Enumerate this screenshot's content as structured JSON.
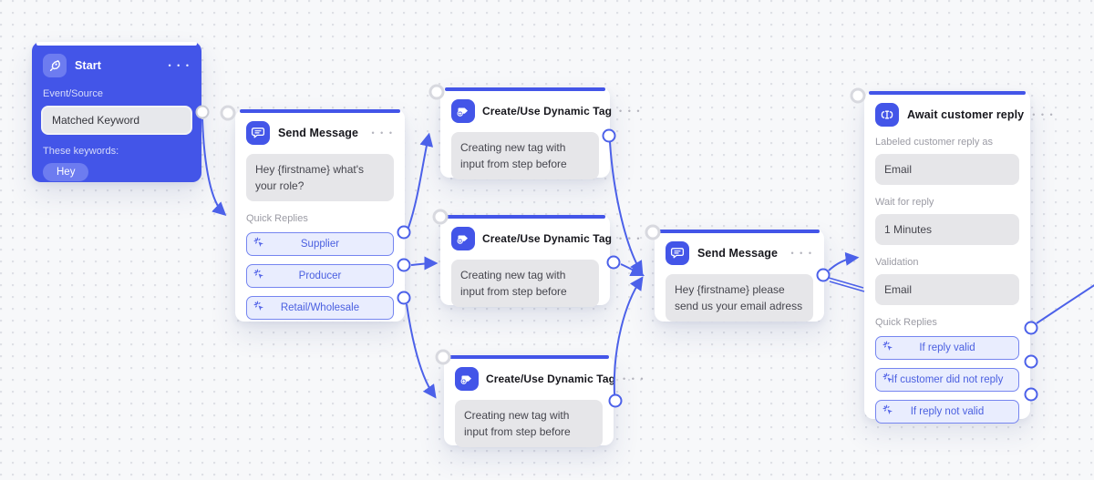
{
  "ui": {
    "menu_glyph": "• • •",
    "colors": {
      "node_blue": "#4355e8",
      "edge_blue": "#4c61e9",
      "quick_reply_bg": "#e9edfe",
      "quick_reply_border": "#7585f0",
      "quick_reply_text": "#4a5fe0",
      "gray_box_bg": "#e6e6e9",
      "canvas_bg": "#f7f8fa"
    },
    "icons": {
      "start": "rocket-icon",
      "send_message": "chat-bubble-icon",
      "dynamic_tag": "tag-plus-icon",
      "await_reply": "text-cursor-icon",
      "quick_reply": "click-sparkle-icon"
    }
  },
  "nodes": {
    "start": {
      "title": "Start",
      "event_source_label": "Event/Source",
      "event_source_value": "Matched Keyword",
      "keywords_label": "These keywords:",
      "keywords": [
        "Hey"
      ]
    },
    "send_message_1": {
      "title": "Send Message",
      "message": "Hey {firstname} what's your role?",
      "quick_replies_label": "Quick Replies",
      "quick_replies": [
        "Supplier",
        "Producer",
        "Retail/Wholesale"
      ]
    },
    "dynamic_tags": [
      {
        "title": "Create/Use Dynamic Tag",
        "body": "Creating new tag with input from step before"
      },
      {
        "title": "Create/Use Dynamic Tag",
        "body": "Creating new tag with input from step before"
      },
      {
        "title": "Create/Use Dynamic Tag",
        "body": "Creating new tag with input from step before"
      }
    ],
    "send_message_2": {
      "title": "Send Message",
      "message": "Hey {firstname} please send us your email adress"
    },
    "await_reply": {
      "title": "Await customer reply",
      "labeled_label": "Labeled customer reply as",
      "labeled_value": "Email",
      "wait_label": "Wait for reply",
      "wait_value": "1 Minutes",
      "validation_label": "Validation",
      "validation_value": "Email",
      "quick_replies_label": "Quick Replies",
      "quick_replies": [
        "If reply valid",
        "If customer did not reply",
        "If reply not valid"
      ]
    }
  }
}
